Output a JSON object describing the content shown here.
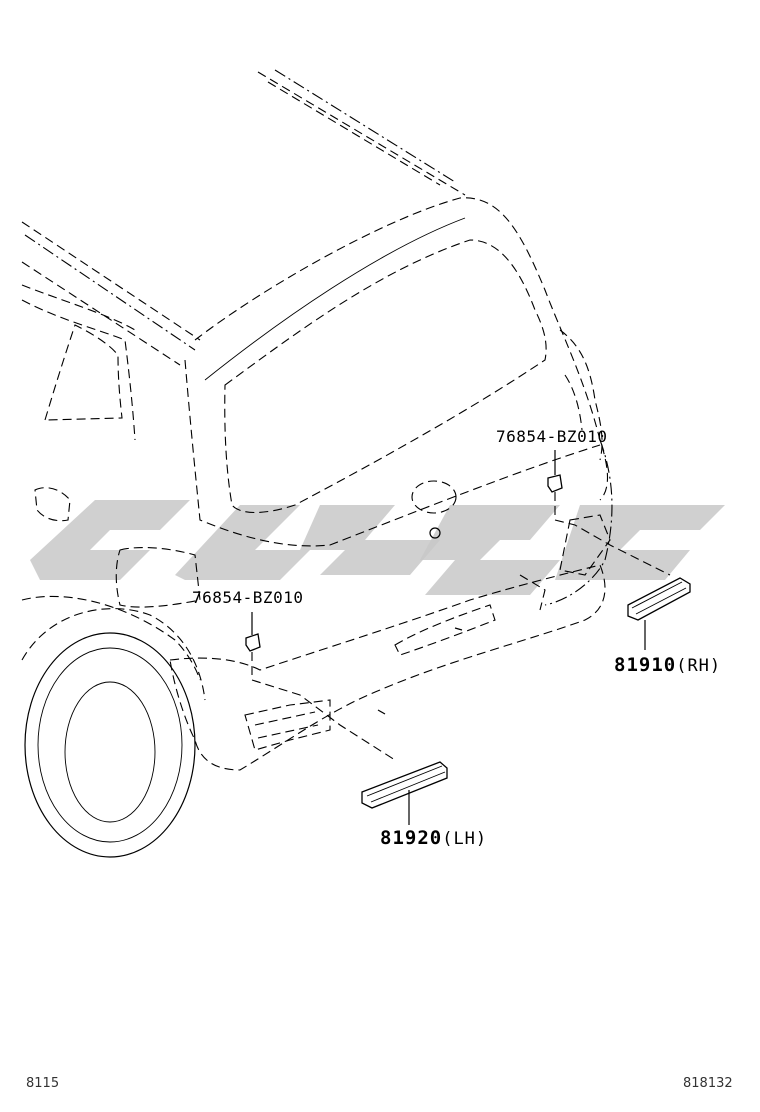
{
  "watermark": {
    "color": "#c8c8c8"
  },
  "callouts": {
    "clip_upper": "76854-BZ010",
    "clip_lower": "76854-BZ010",
    "reflector_rh_number": "81910",
    "reflector_rh_side": "(RH)",
    "reflector_lh_number": "81920",
    "reflector_lh_side": "(LH)"
  },
  "footer": {
    "left_code": "8115",
    "right_code": "818132"
  }
}
